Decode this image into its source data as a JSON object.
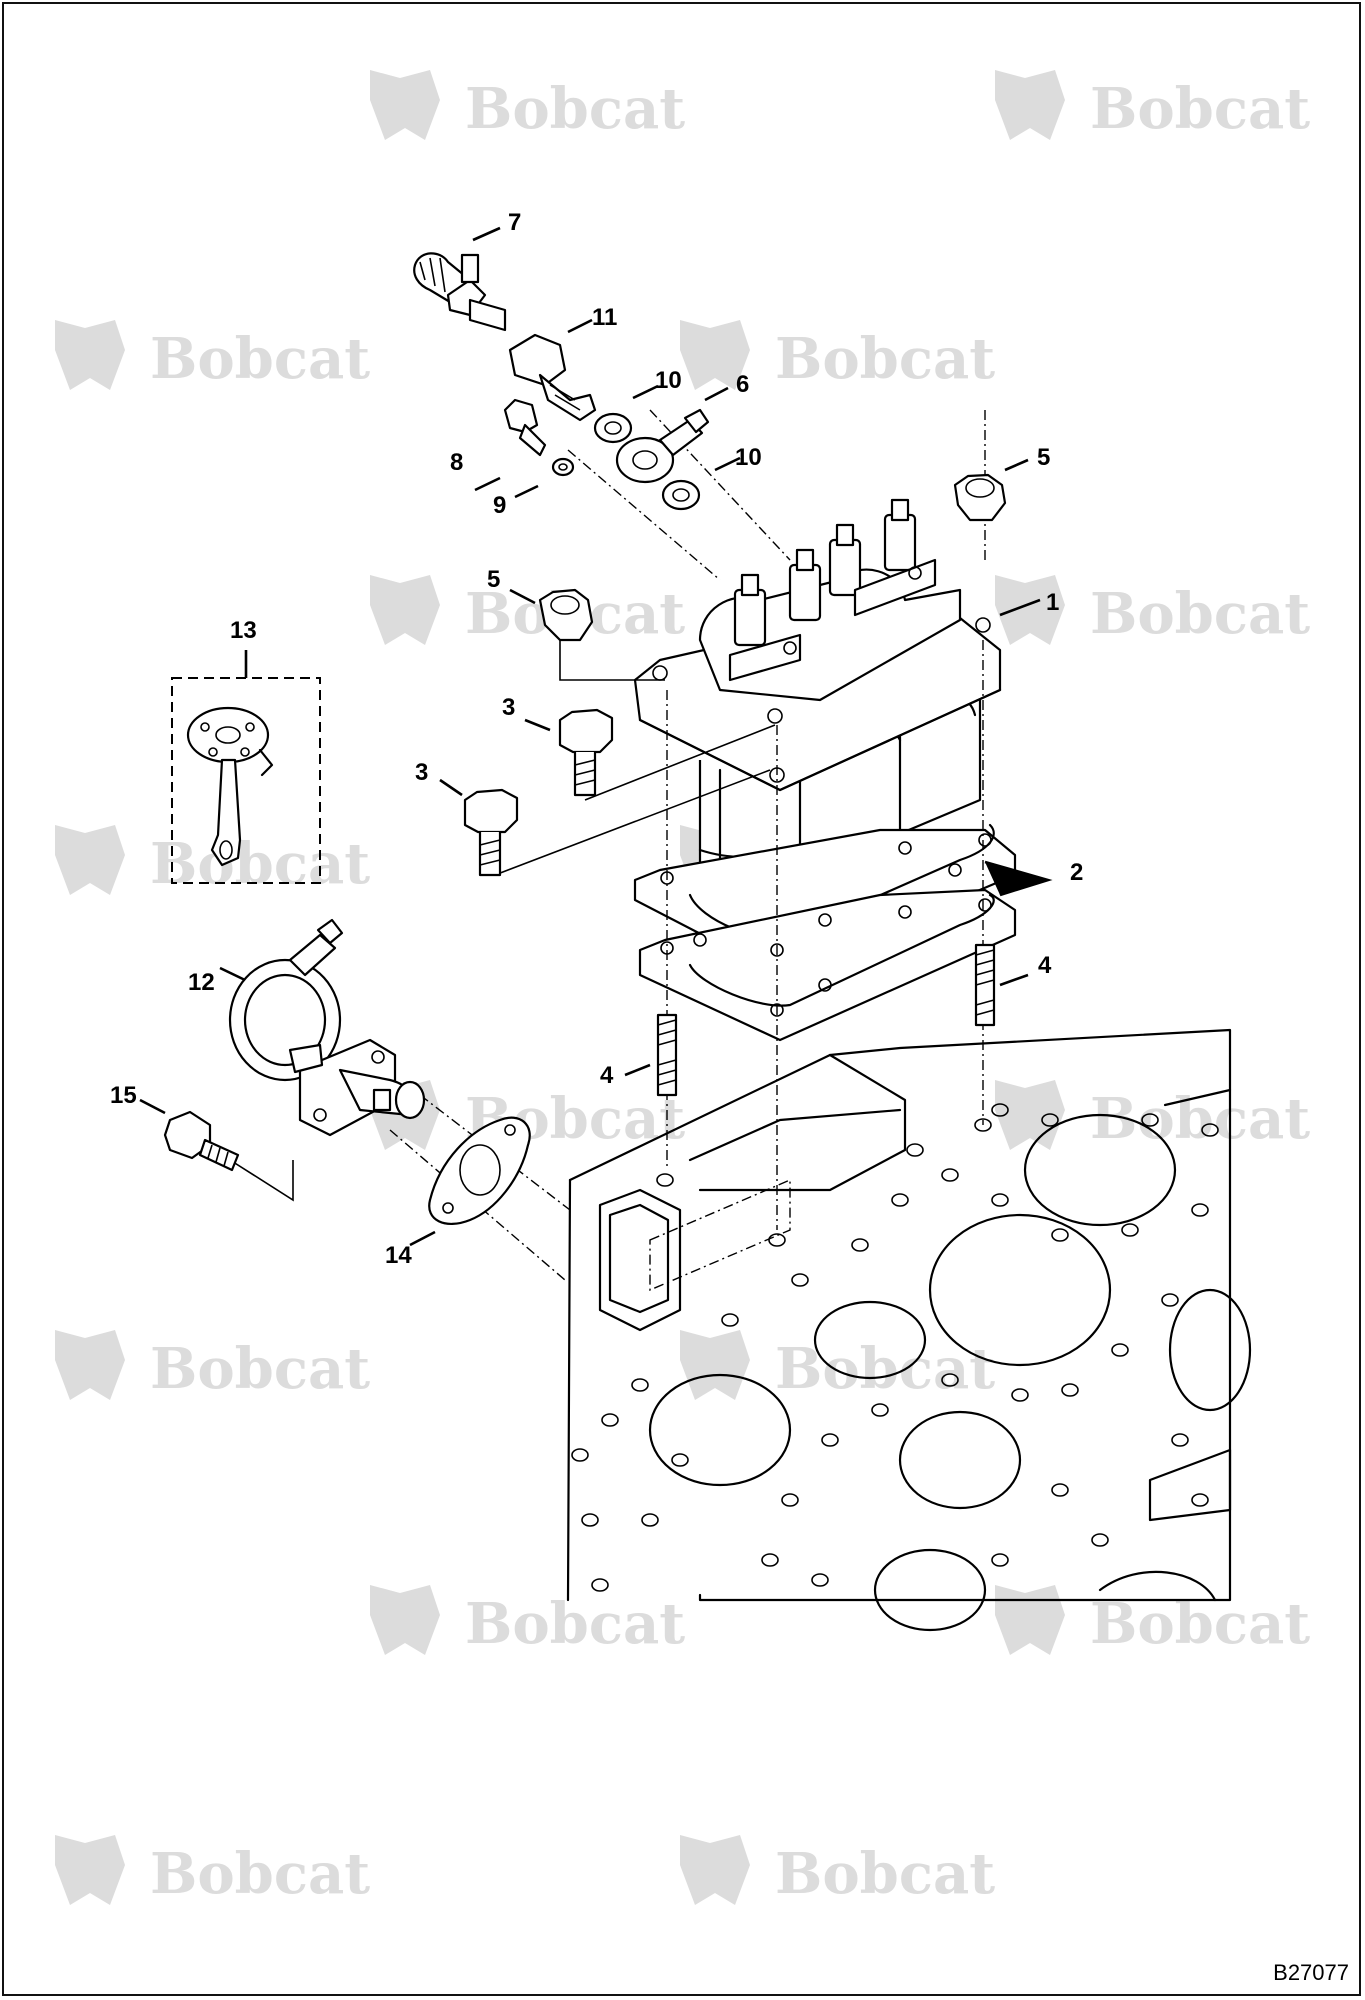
{
  "figure": {
    "id": "B27077",
    "watermark": "Bobcat",
    "colors": {
      "line": "#000000",
      "watermark": "#d9d9d9",
      "background": "#ffffff"
    }
  },
  "callouts": [
    "1",
    "2",
    "3",
    "3",
    "4",
    "4",
    "5",
    "5",
    "6",
    "7",
    "8",
    "9",
    "10",
    "10",
    "11",
    "12",
    "13",
    "14",
    "15"
  ]
}
